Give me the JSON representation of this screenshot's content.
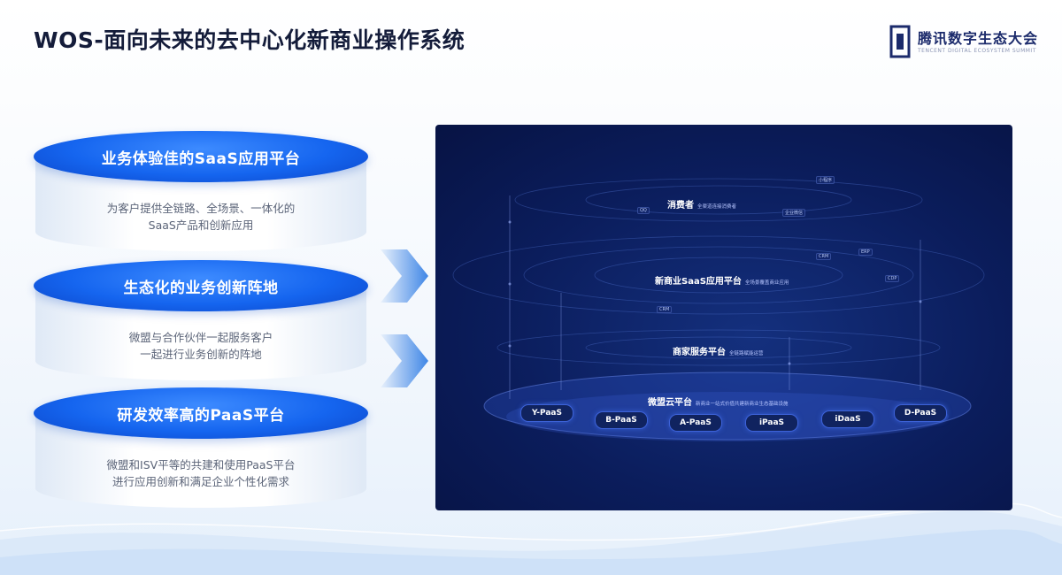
{
  "page": {
    "title": "WOS-面向未来的去中心化新商业操作系统",
    "logo": {
      "cn": "腾讯数字生态大会",
      "en": "TENCENT DIGITAL ECOSYSTEM SUMMIT"
    }
  },
  "pillars": [
    {
      "heading": "业务体验佳的SaaS应用平台",
      "desc": [
        "为客户提供全链路、全场景、一体化的",
        "SaaS产品和创新应用"
      ]
    },
    {
      "heading": "生态化的业务创新阵地",
      "desc": [
        "微盟与合作伙伴一起服务客户",
        "一起进行业务创新的阵地"
      ]
    },
    {
      "heading": "研发效率高的PaaS平台",
      "desc": [
        "微盟和ISV平等的共建和使用PaaS平台",
        "进行应用创新和满足企业个性化需求"
      ]
    }
  ],
  "diagram": {
    "layers": [
      {
        "name": "消费者",
        "sub": "全渠道连接消费者"
      },
      {
        "name": "新商业SaaS应用平台",
        "sub": "全场景覆盖商业应用"
      },
      {
        "name": "商家服务平台",
        "sub": "全链路赋能运营"
      },
      {
        "name": "微盟云平台",
        "sub": "新商业一站式价值共建新商业生态基础设施"
      }
    ],
    "paas": [
      "Y-PaaS",
      "B-PaaS",
      "A-PaaS",
      "iPaaS",
      "iDaaS",
      "D-PaaS"
    ],
    "tags": [
      "QQ",
      "CRM",
      "ERP",
      "CDP",
      "CRM",
      "小程序",
      "企业微信"
    ],
    "colors": {
      "panel": "#0b1d5c",
      "accent": "#1565ef"
    }
  }
}
